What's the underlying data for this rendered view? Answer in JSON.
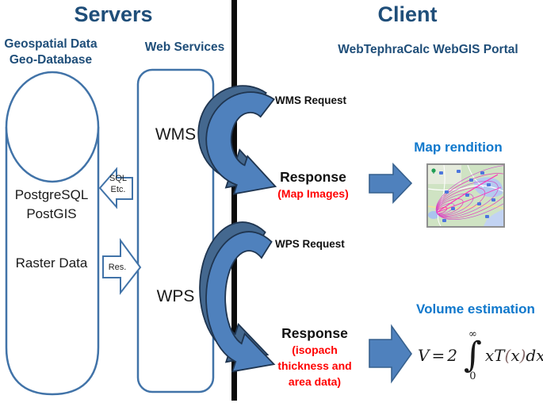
{
  "colors": {
    "heading_navy": "#1f4e79",
    "result_blue": "#0f78cc",
    "detail_red": "#ff0000",
    "shape_outline_blue": "#4173a8",
    "curved_arrow_dark": "#44688f",
    "curved_arrow_light": "#4f81bd",
    "divider_black": "#0b0b0b"
  },
  "servers": {
    "title": "Servers",
    "database": {
      "label_line1": "Geospatial Data",
      "label_line2": "Geo-Database",
      "item_postgresql": "PostgreSQL",
      "item_postgis": "PostGIS",
      "item_raster": "Raster Data"
    },
    "web_services": {
      "label": "Web Services",
      "service_wms": "WMS",
      "service_wps": "WPS"
    },
    "exchange_arrows": {
      "sql_line1": "SQL",
      "sql_line2": "Etc.",
      "res_label": "Res."
    }
  },
  "client": {
    "title": "Client",
    "subtitle": "WebTephraCalc WebGIS Portal",
    "wms_flow": {
      "request": "WMS Request",
      "response": "Response",
      "response_detail": "(Map Images)",
      "result_label": "Map rendition"
    },
    "wps_flow": {
      "request": "WPS Request",
      "response": "Response",
      "detail_line1": "(isopach",
      "detail_line2": "thickness and",
      "detail_line3": "area data)",
      "result_label": "Volume estimation"
    },
    "formula": {
      "lhs": "V",
      "equals": "=",
      "coefficient": "2",
      "integral_sign": "∫",
      "upper_limit": "∞",
      "lower_limit": "0",
      "integrand_pre": "xT",
      "paren_open": "(",
      "integrand_var": "x",
      "paren_close": ")",
      "differential": "dx"
    }
  }
}
